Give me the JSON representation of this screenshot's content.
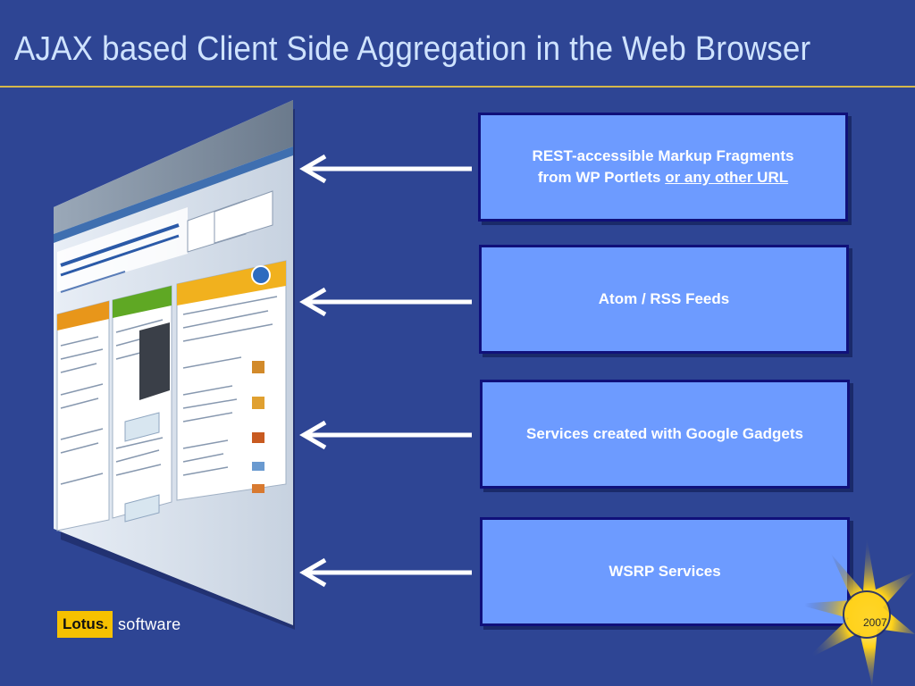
{
  "slide": {
    "title": "AJAX based Client Side Aggregation in the Web Browser"
  },
  "boxes": [
    {
      "line1": "REST-accessible Markup Fragments",
      "line2_prefix": "from WP Portlets ",
      "line2_link": "or any other URL"
    },
    {
      "label": "Atom / RSS Feeds"
    },
    {
      "label": "Services created with Google Gadgets"
    },
    {
      "label": "WSRP Services"
    }
  ],
  "branding": {
    "lotus": "Lotus.",
    "software": "software",
    "badge_year": "2007"
  },
  "colors": {
    "background": "#2e4594",
    "box_fill": "#6d9bff",
    "box_border": "#10107a",
    "title": "#cfe3ff",
    "rule": "#d5b84a",
    "lotus_yellow": "#f6c100"
  },
  "icons": [
    "left-arrow-icon",
    "browser-screenshot",
    "starburst-badge"
  ]
}
